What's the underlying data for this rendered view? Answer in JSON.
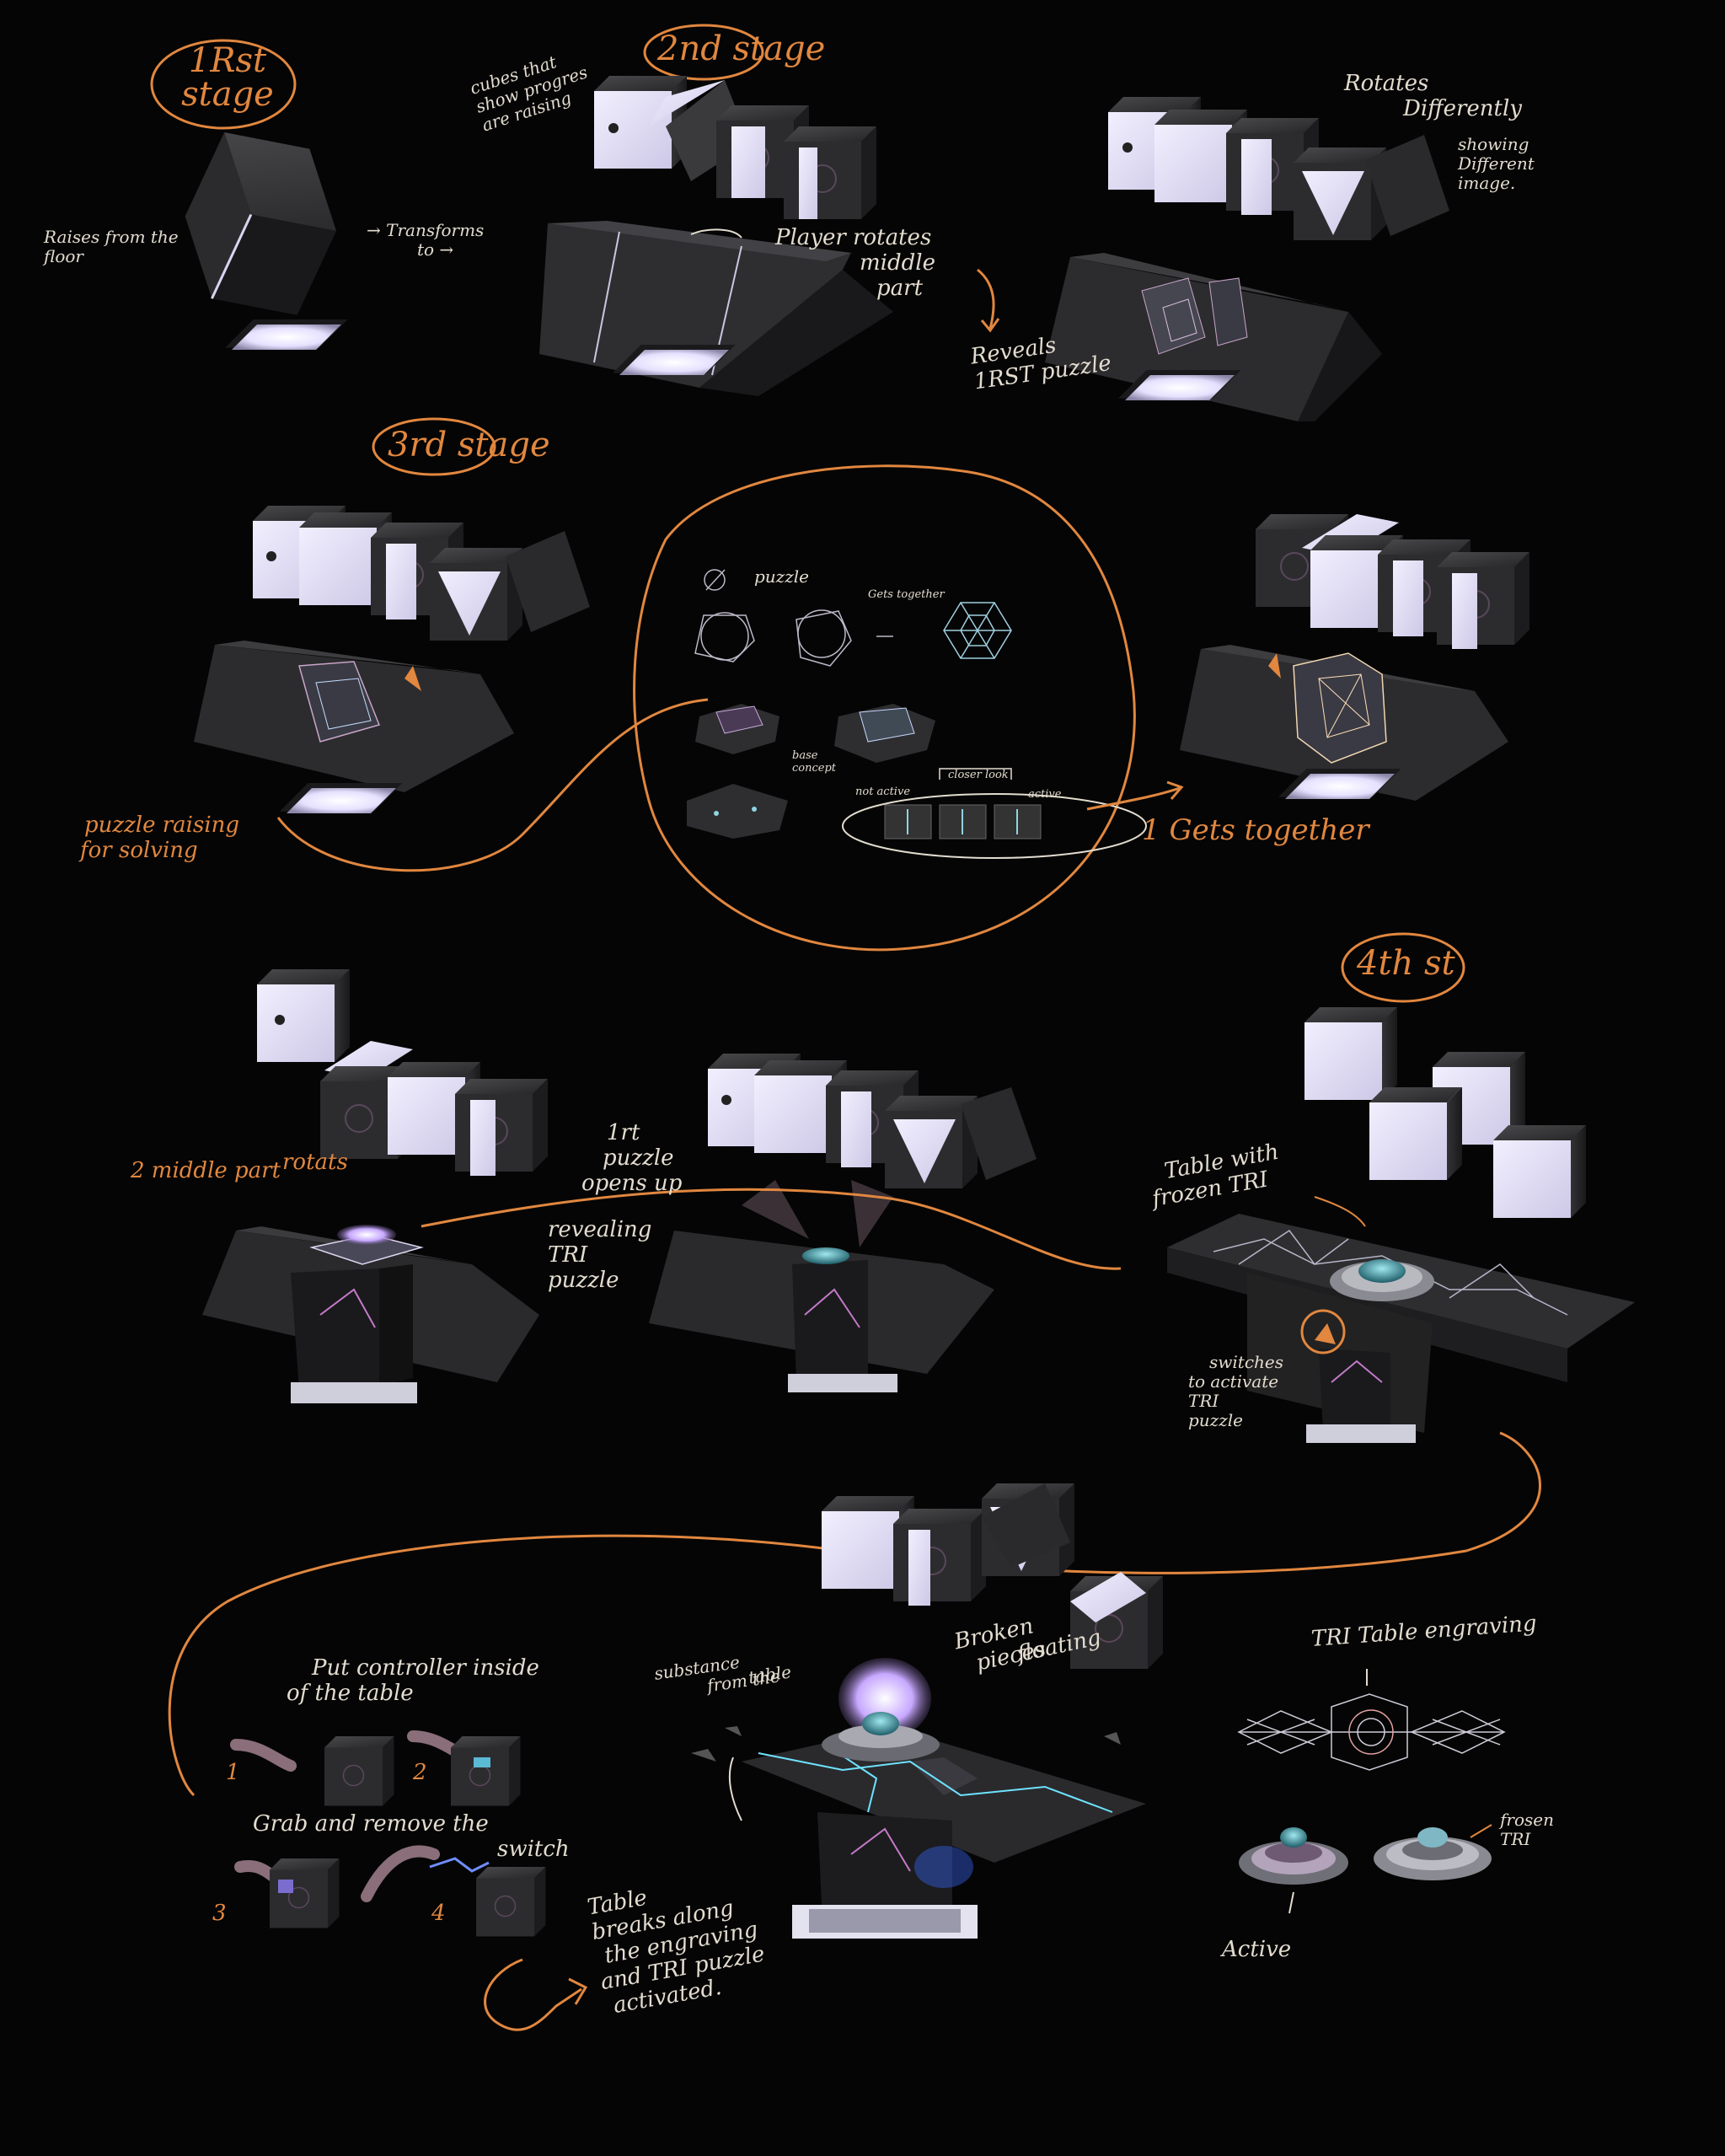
{
  "stages": {
    "s1": "1Rst stage",
    "s2": "2nd stage",
    "s3": "3rd stage",
    "s4": "4th st"
  },
  "notes": {
    "raises": [
      "Raises from the",
      "floor"
    ],
    "transforms": [
      "→ Transforms",
      "to →"
    ],
    "cubes_progress": [
      "cubes that",
      "show progres",
      "are raising"
    ],
    "player_rotates": [
      "Player rotates",
      "middle",
      "part"
    ],
    "reveals": [
      "Reveals",
      "1RST puzzle"
    ],
    "rotates_diff": [
      "Rotates",
      "Differently"
    ],
    "showing_diff": [
      "showing",
      "Different",
      "image."
    ],
    "puzzle_raising": [
      "puzzle raising",
      "for solving"
    ],
    "gets_together": "1 Gets together",
    "bubble_puzzle": "puzzle",
    "bubble_gets_together": "Gets together",
    "bubble_not_active": "not active",
    "bubble_active": "active",
    "bubble_closer_look": "closer look",
    "bubble_base": [
      "base",
      "concept"
    ],
    "middle_part_rotates": [
      "2 middle part",
      "rotats"
    ],
    "puzzle_opens": [
      "1rt",
      "puzzle",
      "opens up"
    ],
    "revealing": [
      "revealing",
      "TRI",
      "puzzle"
    ],
    "table_frozen": [
      "Table with",
      "frozen TRI"
    ],
    "switches": [
      "switches",
      "to activate",
      "TRI",
      "puzzle"
    ],
    "put_controller": [
      "Put controller inside",
      "of the table"
    ],
    "grab_remove": [
      "Grab and remove the",
      "switch"
    ],
    "step1": "1",
    "step2": "2",
    "step3": "3",
    "step4": "4",
    "substance": [
      "substance",
      "from the",
      "table"
    ],
    "broken": [
      "Broken",
      "pieces",
      "floating"
    ],
    "table_breaks": [
      "Table",
      "breaks along",
      "the engraving",
      "and TRI puzzle",
      "activated."
    ],
    "tri_engraving": "TRI Table engraving",
    "frozen_tri": [
      "frosen",
      "TRI"
    ],
    "active": "Active"
  },
  "colors": {
    "accent": "#e1873f",
    "text": "#d9d2c8",
    "cube_dark": "#2b2b2d",
    "cube_face": "#e7e4f6",
    "glow": "#ebe6ff",
    "teal": "#3fb7c9"
  }
}
